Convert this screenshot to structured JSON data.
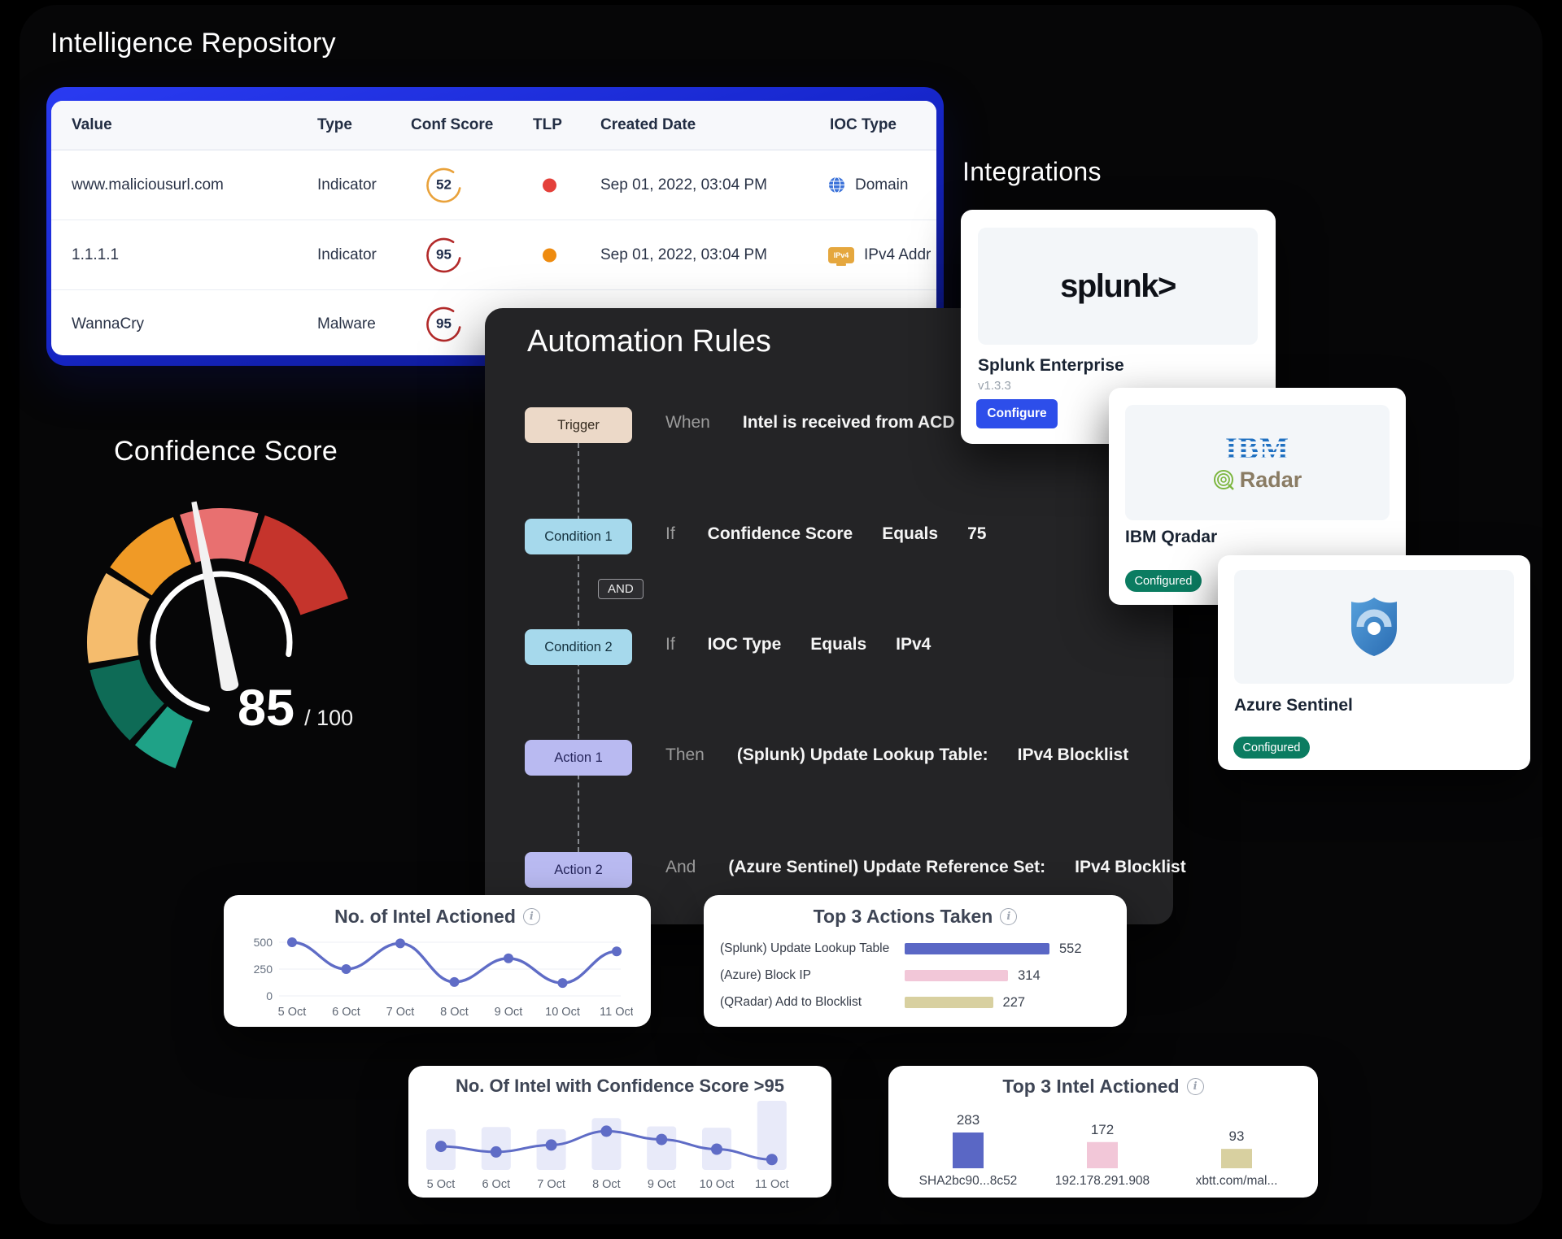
{
  "colors": {
    "background": "#000000",
    "table_border_top": "#2A3BF2",
    "table_border_bottom": "#0A1478",
    "automation_bg": "#242426",
    "trigger_chip": "#ECD9C8",
    "condition_chip": "#A6D9EC",
    "action_chip": "#B9BAF1",
    "configure_button": "#2D4EEA",
    "configured_badge": "#0B7C61",
    "chart_line": "#5F6CC6"
  },
  "repository": {
    "title": "Intelligence Repository",
    "columns": [
      "Value",
      "Type",
      "Conf Score",
      "TLP",
      "Created Date",
      "IOC Type"
    ],
    "rows": [
      {
        "value": "www.maliciousurl.com",
        "type": "Indicator",
        "conf_score": 52,
        "conf_color": "#E9A23B",
        "tlp_color": "#E4403A",
        "created": "Sep 01, 2022, 03:04 PM",
        "ioc_type": "Domain",
        "ioc_icon": "globe-icon"
      },
      {
        "value": "1.1.1.1",
        "type": "Indicator",
        "conf_score": 95,
        "conf_color": "#B32A2A",
        "tlp_color": "#EE8B0F",
        "created": "Sep 01, 2022, 03:04 PM",
        "ioc_type": "IPv4 Addr",
        "ioc_icon": "ipv4-icon"
      },
      {
        "value": "WannaCry",
        "type": "Malware",
        "conf_score": 95,
        "conf_color": "#B32A2A"
      }
    ]
  },
  "integrations": {
    "title": "Integrations",
    "cards": [
      {
        "name": "Splunk Enterprise",
        "version": "v1.3.3",
        "button": "Configure",
        "logo_text": "splunk>"
      },
      {
        "name": "IBM Qradar",
        "status": "Configured",
        "logo_text": "IBM",
        "logo_sub": "Radar"
      },
      {
        "name": "Azure Sentinel",
        "status": "Configured"
      }
    ]
  },
  "automation": {
    "title": "Automation Rules",
    "operator": "AND",
    "steps": [
      {
        "chip": "Trigger",
        "connector_label": "When",
        "parts": [
          "Intel is received from ACD"
        ]
      },
      {
        "chip": "Condition 1",
        "connector_label": "If",
        "parts": [
          "Confidence Score",
          "Equals",
          "75"
        ]
      },
      {
        "chip": "Condition 2",
        "connector_label": "If",
        "parts": [
          "IOC Type",
          "Equals",
          "IPv4"
        ]
      },
      {
        "chip": "Action 1",
        "connector_label": "Then",
        "parts": [
          "(Splunk) Update Lookup Table:",
          "IPv4 Blocklist"
        ]
      },
      {
        "chip": "Action 2",
        "connector_label": "And",
        "parts": [
          "(Azure Sentinel) Update Reference Set:",
          "IPv4 Blocklist"
        ]
      }
    ]
  },
  "gauge": {
    "title": "Confidence Score",
    "value": 85,
    "max": 100,
    "max_label": "/ 100",
    "needle_angle": -11,
    "segments": [
      {
        "name": "teal-light",
        "color": "#1FA287",
        "from": -160,
        "to": -140
      },
      {
        "name": "teal-dark",
        "color": "#0E6B56",
        "from": -137,
        "to": -102
      },
      {
        "name": "sand",
        "color": "#F5BC6D",
        "from": -99,
        "to": -59
      },
      {
        "name": "orange",
        "color": "#F09A26",
        "from": -56,
        "to": -21
      },
      {
        "name": "salmon",
        "color": "#E87070",
        "from": -18,
        "to": 16
      },
      {
        "name": "red",
        "color": "#C5342C",
        "from": 19,
        "to": 71
      }
    ]
  },
  "chart_data": [
    {
      "type": "line",
      "title": "No. of Intel Actioned",
      "categories": [
        "5 Oct",
        "6 Oct",
        "7 Oct",
        "8 Oct",
        "9 Oct",
        "10 Oct",
        "11 Oct"
      ],
      "values": [
        500,
        250,
        490,
        130,
        350,
        120,
        415
      ],
      "yticks": [
        0,
        250,
        500
      ],
      "ylim": [
        0,
        500
      ],
      "color": "#5F6CC6",
      "grid": true,
      "has_info_icon": true
    },
    {
      "type": "hbar",
      "title": "Top 3 Actions Taken",
      "categories": [
        "(Splunk) Update Lookup Table",
        "(Azure) Block IP",
        "(QRadar) Add to Blocklist"
      ],
      "values": [
        552,
        314,
        227
      ],
      "colors": [
        "#5A67C5",
        "#F2C7D8",
        "#D8D0A0"
      ],
      "has_info_icon": true
    },
    {
      "type": "line+bar",
      "title": "No. Of Intel with Confidence Score >95",
      "categories": [
        "5 Oct",
        "6 Oct",
        "7 Oct",
        "8 Oct",
        "9 Oct",
        "10 Oct",
        "11 Oct"
      ],
      "bar_values": [
        295,
        310,
        295,
        375,
        315,
        305,
        500
      ],
      "line_values": [
        170,
        130,
        180,
        280,
        220,
        150,
        75
      ],
      "ylim": [
        0,
        500
      ],
      "bar_color": "#E8EAF9",
      "line_color": "#5F6CC6",
      "has_info_icon": false
    },
    {
      "type": "bar",
      "title": "Top 3 Intel Actioned",
      "categories": [
        "SHA2bc90...8c52",
        "192.178.291.908",
        "xbtt.com/mal..."
      ],
      "values": [
        283,
        172,
        93
      ],
      "colors": [
        "#5A67C5",
        "#F2C7D8",
        "#D8D0A0"
      ],
      "has_info_icon": true
    }
  ]
}
